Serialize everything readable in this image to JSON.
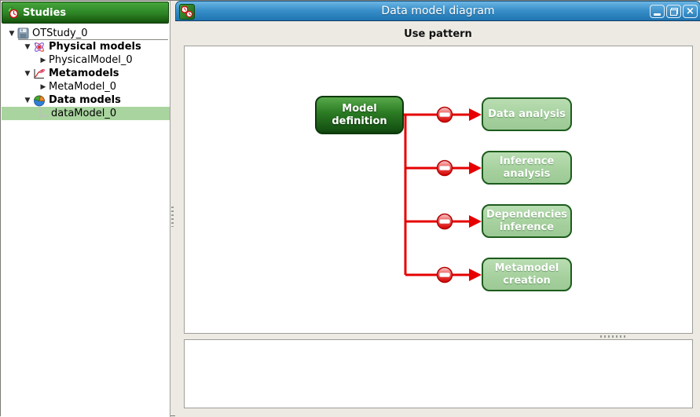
{
  "sidebar": {
    "title": "Studies",
    "items": [
      {
        "label": "OTStudy_0",
        "icon": "floppy-disk-icon",
        "expanded": true
      },
      {
        "label": "Physical models",
        "icon": "atom-icon",
        "expanded": true
      },
      {
        "label": "PhysicalModel_0",
        "icon": "none",
        "expanded": false
      },
      {
        "label": "Metamodels",
        "icon": "metamodel-curve-icon",
        "expanded": true
      },
      {
        "label": "MetaModel_0",
        "icon": "none",
        "expanded": false
      },
      {
        "label": "Data models",
        "icon": "pie-chart-icon",
        "expanded": true
      },
      {
        "label": "dataModel_0",
        "icon": "none",
        "selected": true
      }
    ]
  },
  "window": {
    "title": "Data model diagram",
    "heading": "Use pattern",
    "diagram": {
      "source": {
        "label": "Model definition"
      },
      "targets": [
        {
          "label": "Data analysis"
        },
        {
          "label": "Inference analysis"
        },
        {
          "label": "Dependencies inference"
        },
        {
          "label": "Metamodel creation"
        }
      ]
    }
  },
  "icons": {
    "close": "×",
    "minimize": "minimize-bar",
    "restore": "overlapping-squares",
    "app_logo": "opentums-green-logo",
    "forbidden": "red-no-entry-circle"
  },
  "glyphs": {
    "expanded": "▼",
    "collapsed": "▶"
  },
  "colors": {
    "titlebar_blue_top": "#6cb6e4",
    "titlebar_blue_bottom": "#1f74b1",
    "header_green_top": "#46a53c",
    "header_green_bottom": "#15520e",
    "selection_green": "#A9D49F",
    "node_dark_green": "#1b6118",
    "node_light_green": "#a5d09d",
    "connector_red": "#e60000",
    "body_beige": "#EDEAE4"
  }
}
